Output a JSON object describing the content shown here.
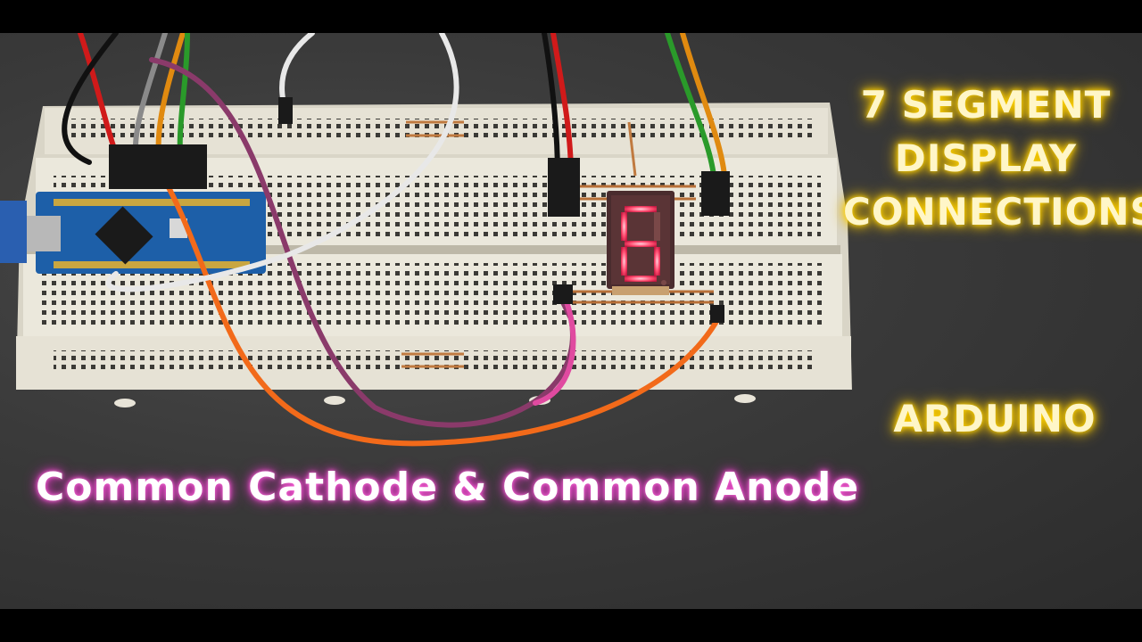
{
  "title": {
    "lines": [
      "7 SEGMENT",
      "DISPLAY",
      "CONNECTIONS"
    ],
    "brand": "ARDUINO",
    "caption": "Common Cathode & Common Anode"
  },
  "display": {
    "digit": "6"
  },
  "colors": {
    "title_glow": "#ffd400",
    "caption_glow": "#e040c0",
    "segment_on": "#ff3355",
    "breadboard": "#e4e0d3",
    "arduino_board": "#1d5fa8"
  }
}
